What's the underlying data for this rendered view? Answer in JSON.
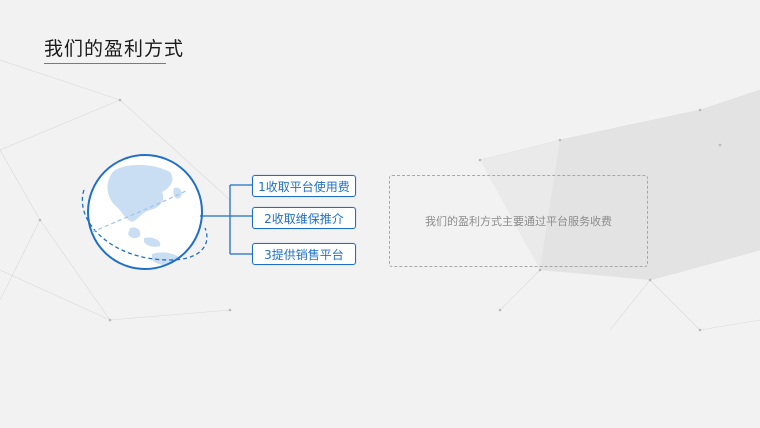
{
  "slide": {
    "title": "我们的盈利方式",
    "items": [
      {
        "label": "1收取平台使用费"
      },
      {
        "label": "2收取维保推介"
      },
      {
        "label": "3提供销售平台"
      }
    ],
    "description": "我们的盈利方式主要通过平台服务收费"
  },
  "colors": {
    "accent": "#1f6fc8",
    "globe_land": "#c9def3",
    "dashed_box": "#a8a8a8",
    "background": "#f2f2f2"
  },
  "icons": [
    "globe-icon"
  ]
}
